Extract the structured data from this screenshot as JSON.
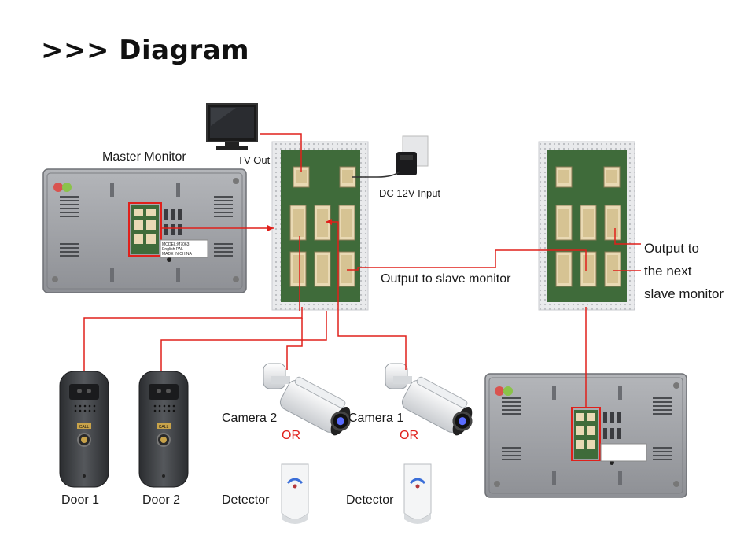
{
  "title": ">>> Diagram",
  "labels": {
    "master_monitor": "Master Monitor",
    "tv_out": "TV Out",
    "dc_input": "DC 12V Input",
    "output_slave": "Output to slave monitor",
    "output_next_1": "Output to",
    "output_next_2": "the next",
    "output_next_3": "slave monitor",
    "camera2": "Camera 2",
    "camera1": "Camera 1",
    "or1": "OR",
    "or2": "OR",
    "door1": "Door 1",
    "door2": "Door 2",
    "detector1": "Detector",
    "detector2": "Detector"
  },
  "monitor_plate": {
    "line1": "MODEL:M7063I",
    "line2": "English PAL",
    "line3": "MADE IN CHINA"
  },
  "doorbell_call": "CALL",
  "colors": {
    "wire": "#e0201b",
    "monitor_body": "#9c9ea3",
    "pcb_green": "#3f6b3a",
    "connector": "#e9d9b4"
  }
}
